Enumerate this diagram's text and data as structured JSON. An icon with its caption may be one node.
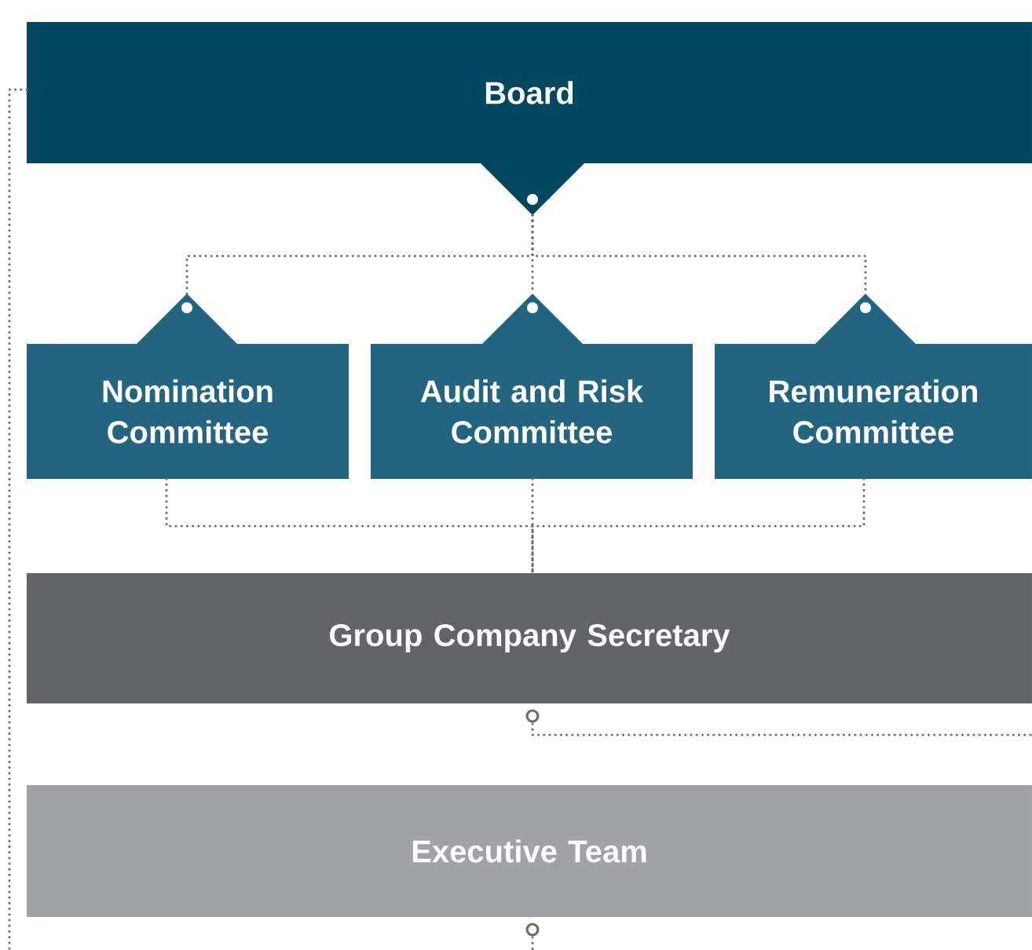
{
  "diagram": {
    "nodes": [
      {
        "text": [
          "Board"
        ]
      },
      {
        "text": [
          "Nomination Committee"
        ]
      },
      {
        "text": [
          "Audit and Risk Committee"
        ]
      },
      {
        "text": [
          "Remuneration Committee"
        ]
      },
      {
        "text": [
          "Group Company Secretary"
        ]
      },
      {
        "text": [
          "Executive Team"
        ]
      }
    ],
    "edges": [
      {
        "from": 0,
        "to": 1,
        "arrow": "none"
      },
      {
        "from": 0,
        "to": 2,
        "arrow": "none"
      },
      {
        "from": 0,
        "to": 3,
        "arrow": "none"
      },
      {
        "from": 1,
        "to": 4,
        "arrow": "none"
      },
      {
        "from": 2,
        "to": 4,
        "arrow": "none"
      },
      {
        "from": 3,
        "to": 4,
        "arrow": "none"
      },
      {
        "from": 0,
        "to": null,
        "arrow": "none"
      },
      {
        "from": 4,
        "to": null,
        "arrow": "other"
      },
      {
        "from": 5,
        "to": null,
        "arrow": "other"
      }
    ]
  }
}
